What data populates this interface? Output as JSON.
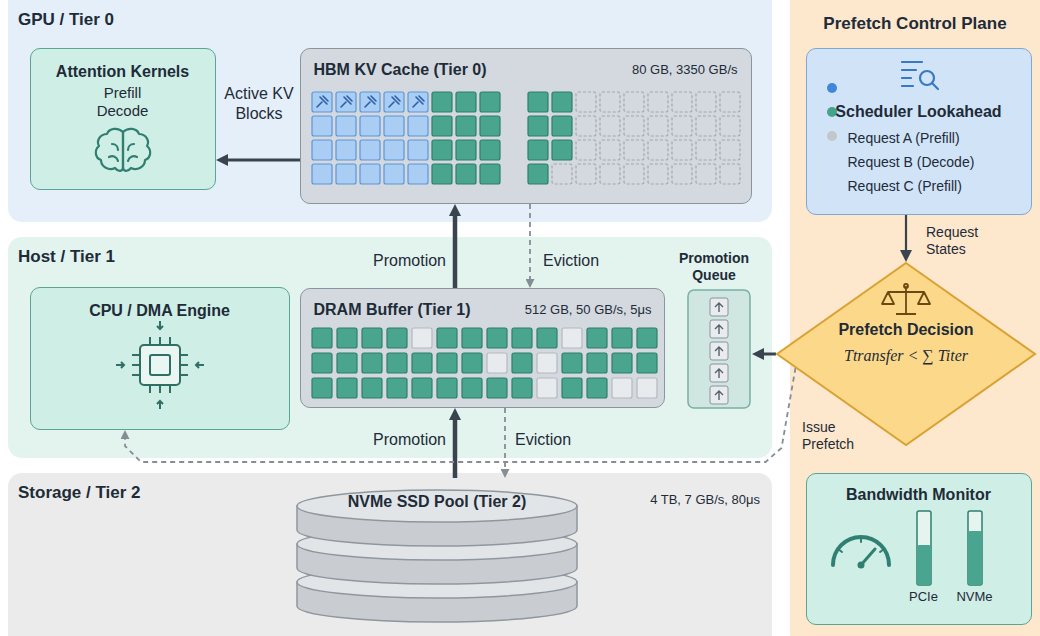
{
  "diagram": {
    "nodes": [
      {
        "text": [
          "GPU / Tier 0"
        ]
      },
      {
        "text": [
          "Attention Kernels",
          "Prefill Decode"
        ],
        "in": 0
      },
      {
        "text": [
          "HBM KV Cache (Tier 0)",
          "80 GB, 3350 GB/s"
        ],
        "in": 0
      },
      {
        "text": [
          "Host / Tier 1"
        ]
      },
      {
        "text": [
          "CPU / DMA Engine"
        ],
        "in": 3
      },
      {
        "text": [
          "DRAM Buffer (Tier 1)",
          "512 GB, 50 GB/s, 5μs"
        ],
        "in": 3
      },
      {
        "text": [
          "Promotion Queue"
        ],
        "in": 3
      },
      {
        "text": [
          "Storage / Tier 2"
        ]
      },
      {
        "text": [
          "NVMe SSD Pool (Tier 2)",
          "4 TB, 7 GB/s, 80μs"
        ],
        "in": 7
      },
      {
        "text": [
          "Prefetch Control Plane"
        ]
      },
      {
        "text": [
          "Scheduler Lookahead",
          "Request A (Prefill)",
          "Request B (Decode)",
          "Request C (Prefill)"
        ],
        "in": 9
      },
      {
        "text": [
          "Prefetch Decision",
          "Ttransfer < ∑ Titer"
        ],
        "in": 9
      },
      {
        "text": [
          "Bandwidth Monitor",
          "PCIe",
          "NVMe"
        ],
        "in": 9
      }
    ],
    "edges": [
      {
        "from": 2,
        "to": 1,
        "arrow": "to",
        "label": "Active KV Blocks"
      },
      {
        "from": 5,
        "to": 2,
        "arrow": "to",
        "label": "Promotion"
      },
      {
        "from": 2,
        "to": 5,
        "arrow": "to",
        "label": "Eviction"
      },
      {
        "from": 8,
        "to": 5,
        "arrow": "to",
        "label": "Promotion"
      },
      {
        "from": 5,
        "to": 8,
        "arrow": "to",
        "label": "Eviction"
      },
      {
        "from": 10,
        "to": 11,
        "arrow": "to",
        "label": "Request States"
      },
      {
        "from": 11,
        "to": 6,
        "arrow": "to"
      },
      {
        "from": 11,
        "to": 4,
        "arrow": "to",
        "label": "Issue Prefetch"
      }
    ]
  }
}
